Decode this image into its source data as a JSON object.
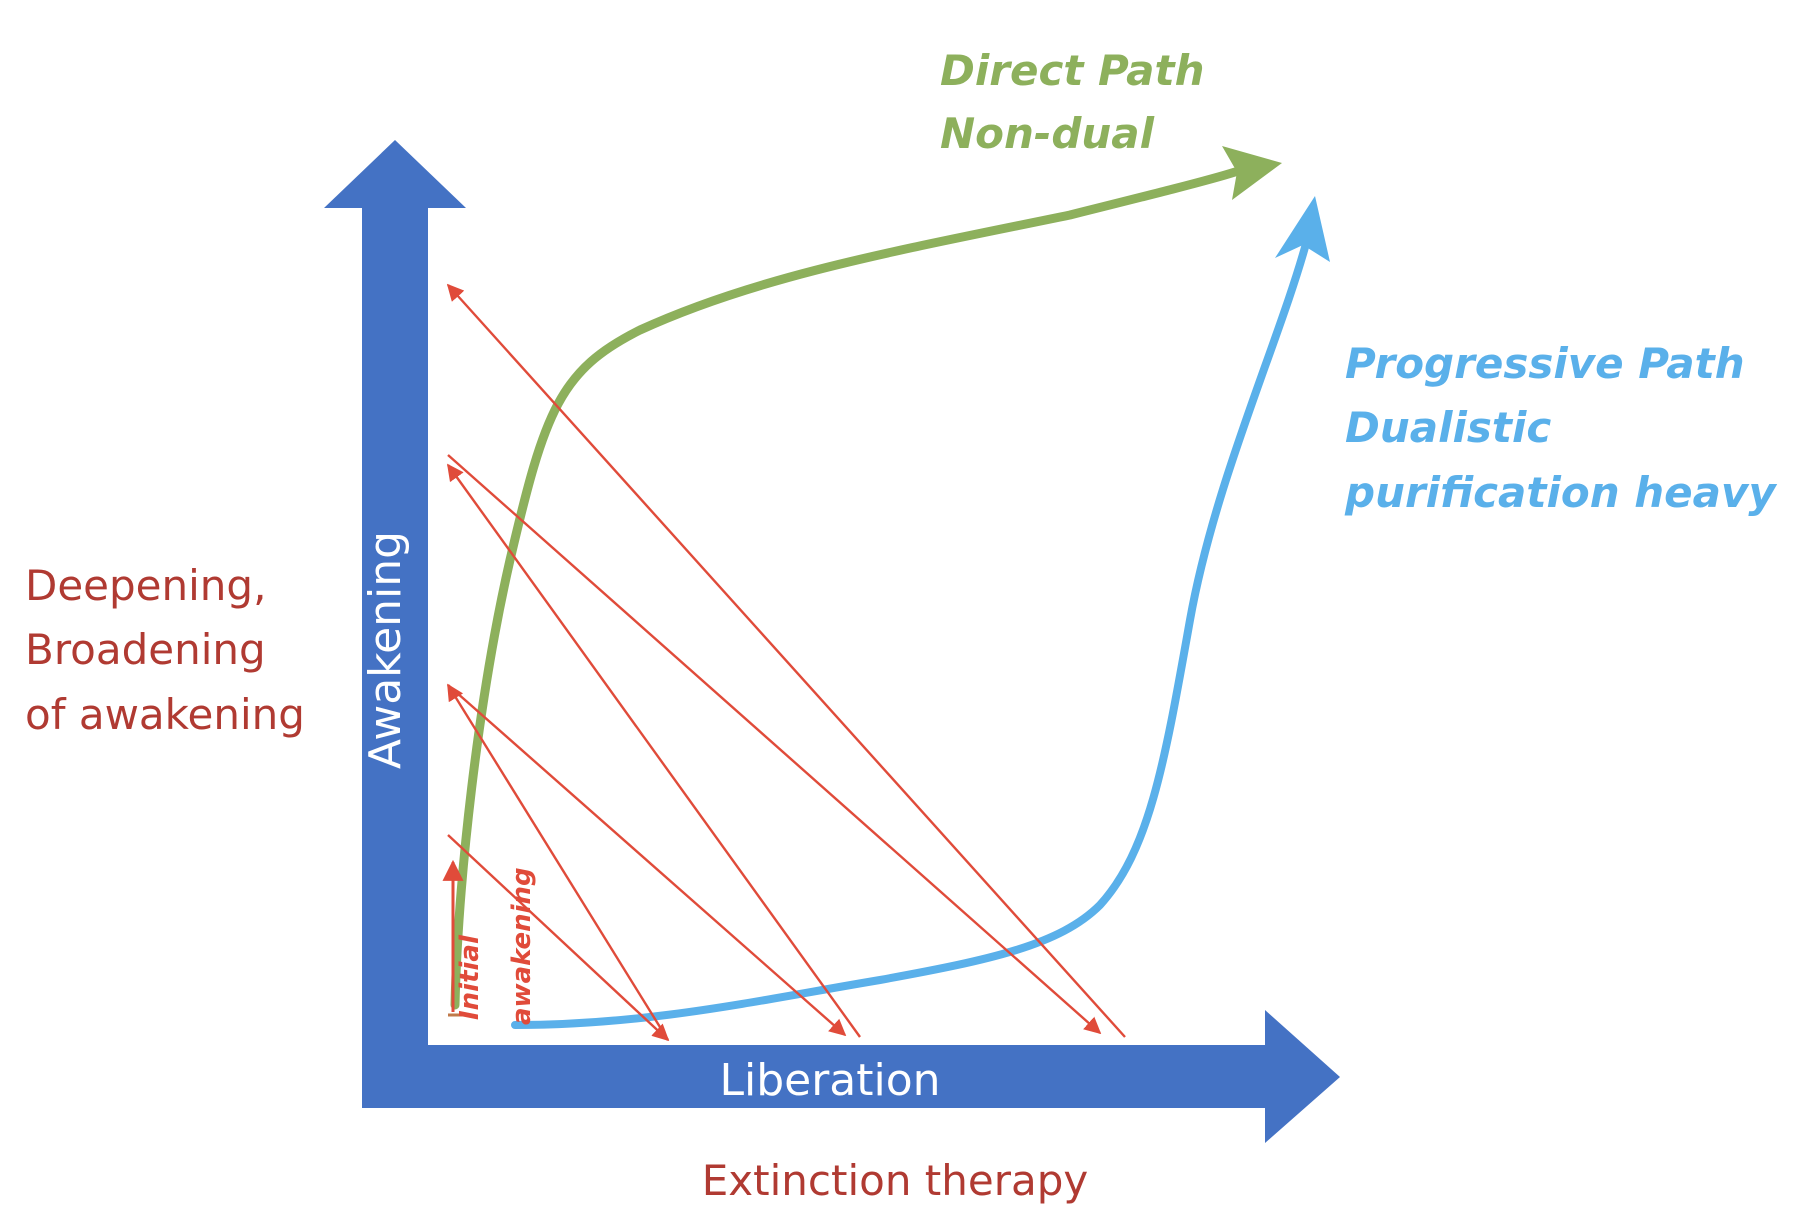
{
  "axes": {
    "y_label": "Awakening",
    "x_label": "Liberation"
  },
  "side_label": {
    "lines": [
      "Deepening,",
      "Broadening",
      "of awakening"
    ]
  },
  "bottom_label": "Extinction therapy",
  "direct_path": {
    "lines": [
      "Direct Path",
      "Non-dual"
    ]
  },
  "progressive_path": {
    "lines": [
      "Progressive Path",
      "Dualistic",
      "purification heavy"
    ]
  },
  "small_labels": {
    "initial": "Initial",
    "awakening": "awakening"
  },
  "colors": {
    "axis_blue": "#4472C4",
    "green_path": "#8DB05C",
    "blue_path": "#5AB0EA",
    "red_arrows": "#E04B3A",
    "label_red": "#B03A32"
  }
}
